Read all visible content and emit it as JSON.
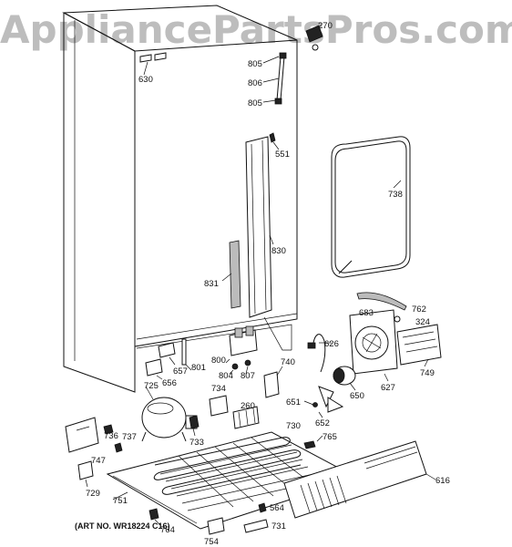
{
  "watermark": "AppliancePartsPros.com",
  "art_number": "(ART NO. WR18224 C16)",
  "callouts": {
    "c630": "630",
    "c270": "270",
    "c805a": "805",
    "c806": "806",
    "c805b": "805",
    "c551": "551",
    "c738": "738",
    "c830": "830",
    "c831": "831",
    "c762": "762",
    "c683": "683",
    "c324": "324",
    "c626": "626",
    "c800": "800",
    "c801": "801",
    "c657": "657",
    "c656": "656",
    "c804": "804",
    "c807": "807",
    "c740": "740",
    "c749": "749",
    "c627": "627",
    "c650": "650",
    "c725": "725",
    "c734": "734",
    "c260": "260",
    "c651": "651",
    "c652": "652",
    "c730": "730",
    "c765": "765",
    "c736": "736",
    "c737": "737",
    "c733": "733",
    "c747": "747",
    "c616": "616",
    "c729": "729",
    "c751": "751",
    "c564": "564",
    "c764": "764",
    "c754": "754",
    "c731": "731"
  }
}
